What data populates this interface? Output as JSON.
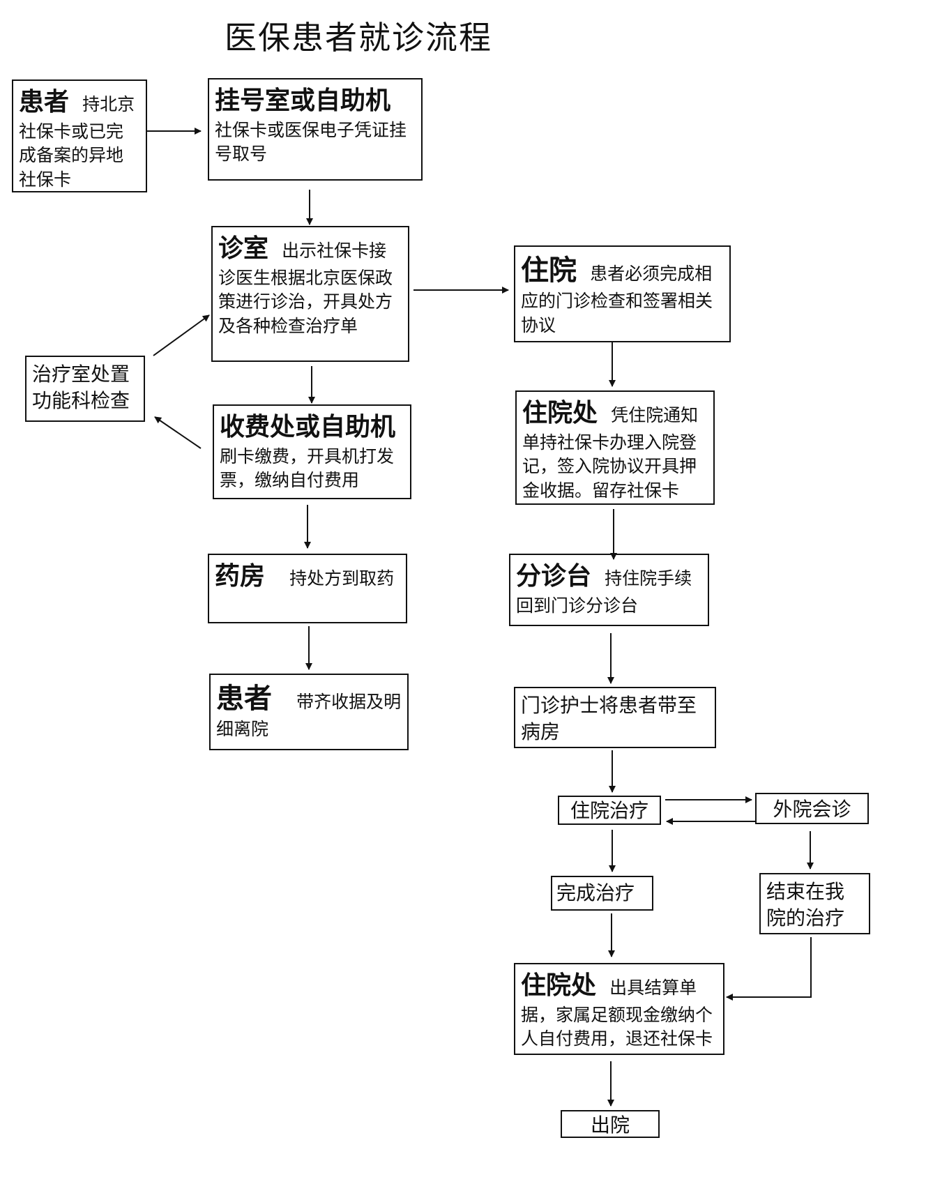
{
  "title": "医保患者就诊流程",
  "nodes": {
    "patient_start": {
      "head": "患者",
      "body": "持北京社保卡或已完成备案的异地社保卡"
    },
    "registration": {
      "head": "挂号室或自助机",
      "body": "社保卡或医保电子凭证挂号取号"
    },
    "clinic": {
      "head": "诊室",
      "body": "出示社保卡接诊医生根据北京医保政策进行诊治，开具处方及各种检查治疗单"
    },
    "treatment_room": {
      "text": "治疗室处置功能科检查"
    },
    "cashier": {
      "head": "收费处或自助机",
      "body": "刷卡缴费，开具机打发票，缴纳自付费用"
    },
    "pharmacy": {
      "head": "药房",
      "body": "持处方到取药"
    },
    "patient_leave": {
      "head": "患者",
      "body": "带齐收据及明细离院"
    },
    "hospitalization": {
      "head": "住院",
      "body": "患者必须完成相应的门诊检查和签署相关协议"
    },
    "admission_office": {
      "head": "住院处",
      "body": "凭住院通知单持社保卡办理入院登记，签入院协议开具押金收据。留存社保卡"
    },
    "triage_desk": {
      "head": "分诊台",
      "body": "持住院手续回到门诊分诊台"
    },
    "nurse": {
      "text": "门诊护士将患者带至病房"
    },
    "inpatient_treatment": {
      "text": "住院治疗"
    },
    "external_consult": {
      "text": "外院会诊"
    },
    "treatment_done": {
      "text": "完成治疗"
    },
    "end_treatment": {
      "text": "结束在我院的治疗"
    },
    "settlement_office": {
      "head": "住院处",
      "body": "出具结算单据，家属足额现金缴纳个人自付费用，退还社保卡"
    },
    "discharge": {
      "text": "出院"
    }
  }
}
